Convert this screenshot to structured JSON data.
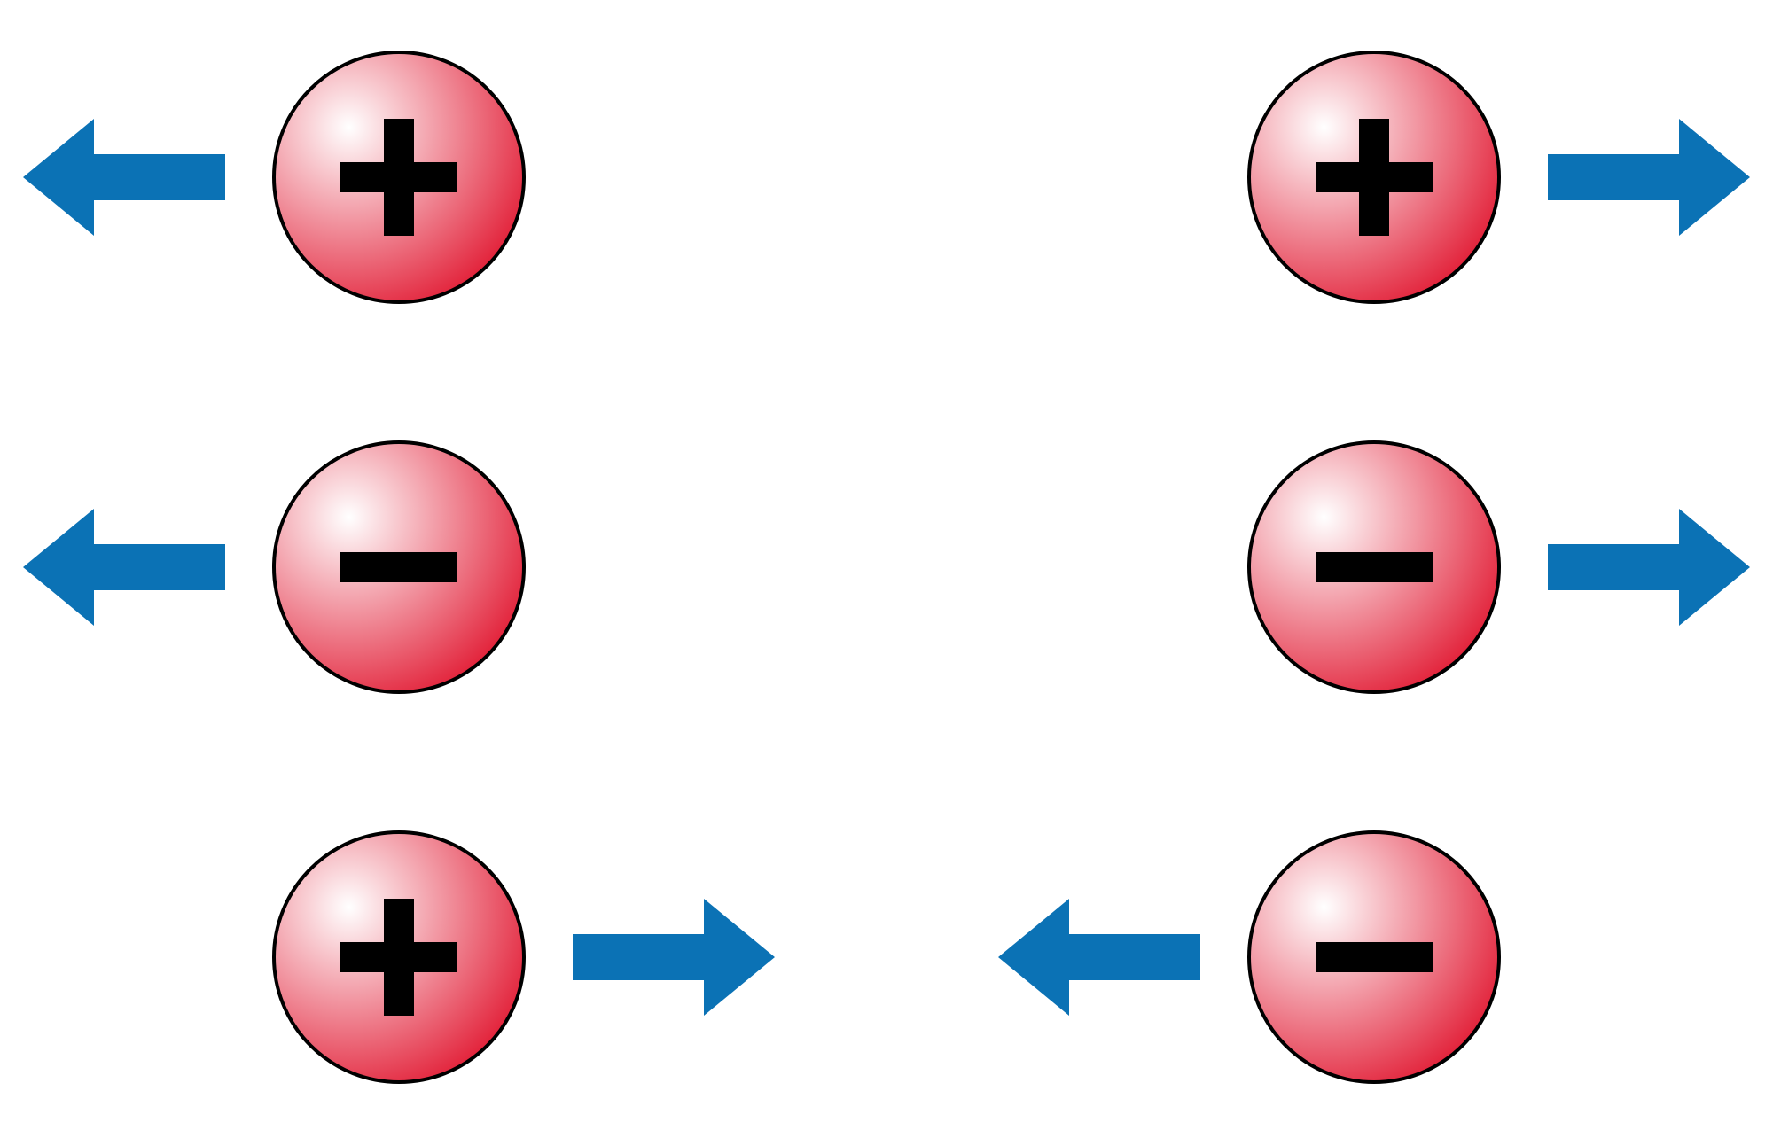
{
  "diagram": {
    "type": "electric-charge-interactions",
    "colors": {
      "charge_fill_center": "#ffffff",
      "charge_fill_edge": "#e0102a",
      "charge_outline": "#000000",
      "symbol": "#000000",
      "arrow": "#0b72b5",
      "background": "#ffffff"
    },
    "rows": [
      {
        "interaction": "repel",
        "left": {
          "charge": "positive",
          "arrow_direction": "left"
        },
        "right": {
          "charge": "positive",
          "arrow_direction": "right"
        }
      },
      {
        "interaction": "repel",
        "left": {
          "charge": "negative",
          "arrow_direction": "left"
        },
        "right": {
          "charge": "negative",
          "arrow_direction": "right"
        }
      },
      {
        "interaction": "attract",
        "left": {
          "charge": "positive",
          "arrow_direction": "right"
        },
        "right": {
          "charge": "negative",
          "arrow_direction": "left"
        }
      }
    ]
  }
}
